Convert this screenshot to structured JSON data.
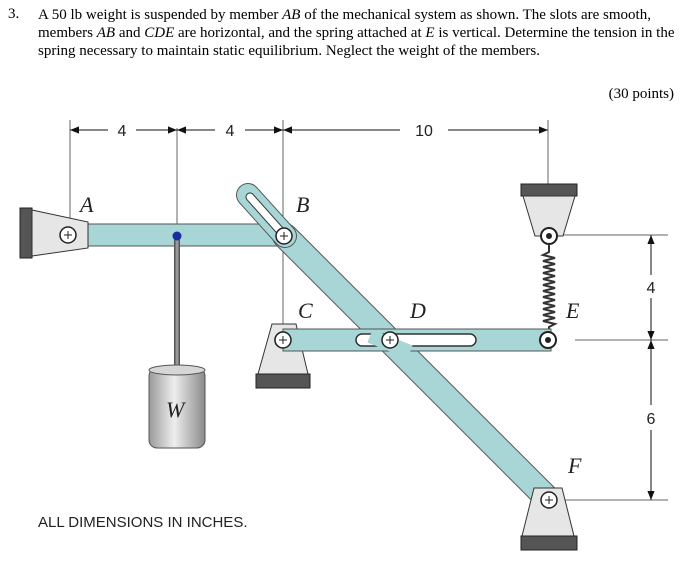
{
  "problem": {
    "number": "3.",
    "text_parts": [
      "A 50 lb weight is suspended by member ",
      "AB",
      " of the mechanical system as shown. The slots are smooth, members ",
      "AB",
      " and ",
      "CDE",
      " are horizontal, and the spring attached at ",
      "E",
      " is vertical. Determine the tension in the spring necessary to maintain static equilibrium. Neglect the weight of the members."
    ],
    "points": "(30 points)"
  },
  "figure": {
    "dimensions": {
      "top_left": "4",
      "top_middle": "4",
      "top_right": "10",
      "right_upper": "4",
      "right_lower": "6"
    },
    "labels": {
      "A": "A",
      "B": "B",
      "C": "C",
      "D": "D",
      "E": "E",
      "F": "F",
      "W": "W"
    },
    "note": "ALL DIMENSIONS IN INCHES."
  }
}
